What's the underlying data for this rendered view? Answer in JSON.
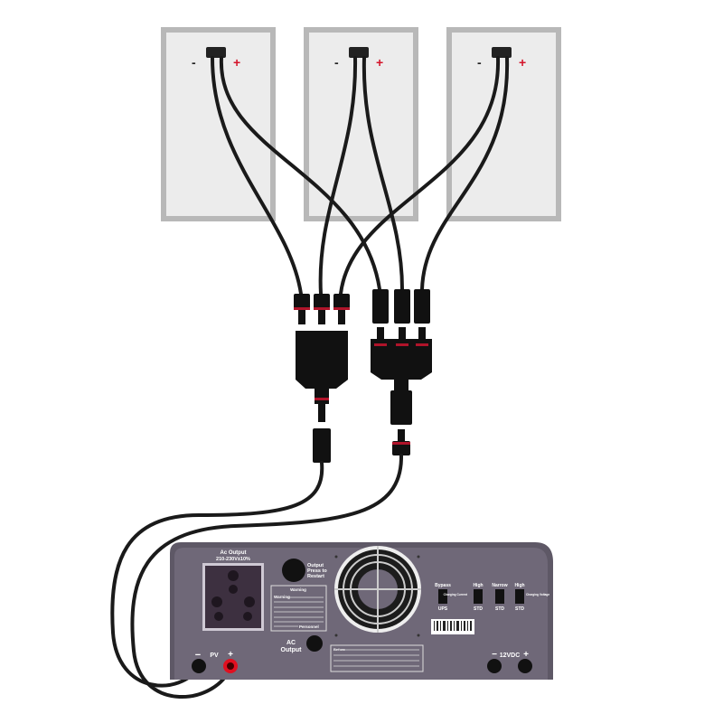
{
  "panels": [
    {
      "minus": "-",
      "plus": "+"
    },
    {
      "minus": "-",
      "plus": "+"
    },
    {
      "minus": "-",
      "plus": "+"
    }
  ],
  "inverter": {
    "ac_output_title": "Ac Output",
    "ac_output_rating": "210-230V±10%",
    "restart_label": [
      "Output",
      "Press to",
      "Restart"
    ],
    "warning_title": "Warning",
    "warning_line": "Warning",
    "personnel": "Personnel",
    "ac_output_label": [
      "AC",
      "Output"
    ],
    "before_label": "Before",
    "switches": [
      {
        "top": "Bypass",
        "bottom": "UPS",
        "side": ""
      },
      {
        "top": "High",
        "bottom": "STD",
        "side": "Charging Current"
      },
      {
        "top": "Narrow",
        "bottom": "STD",
        "side": ""
      },
      {
        "top": "High",
        "bottom": "STD",
        "side": "Charging Voltage"
      }
    ],
    "pv_label": "PV",
    "pv_minus": "−",
    "pv_plus": "+",
    "dc_label": "12VDC",
    "dc_minus": "−",
    "dc_plus": "+"
  },
  "colors": {
    "body": "#6f6878",
    "panel": "#e8e8e8",
    "panel_frame": "#b5b5b5",
    "plus": "#d4142a"
  }
}
